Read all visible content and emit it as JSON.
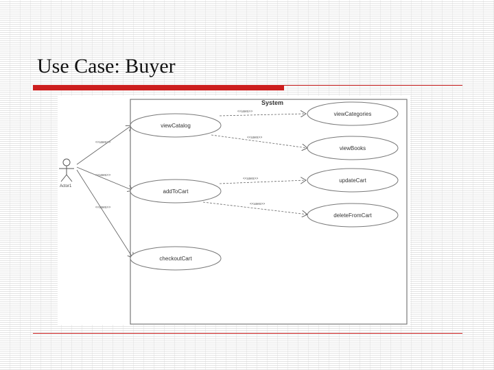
{
  "slide": {
    "title": "Use Case: Buyer"
  },
  "diagram": {
    "system_label": "System",
    "actor_label": "Actor1",
    "use_cases": {
      "view_catalog": "viewCatalog",
      "add_to_cart": "addToCart",
      "checkout_cart": "checkoutCart",
      "view_categories": "viewCategories",
      "view_books": "viewBooks",
      "update_cart": "updateCart",
      "delete_from_cart": "deleteFromCart"
    },
    "stereotypes": {
      "uses": "<<uses>>"
    }
  },
  "colors": {
    "accent_red": "#cc1e1e",
    "line_gray": "#666666",
    "text_dark": "#111111"
  }
}
